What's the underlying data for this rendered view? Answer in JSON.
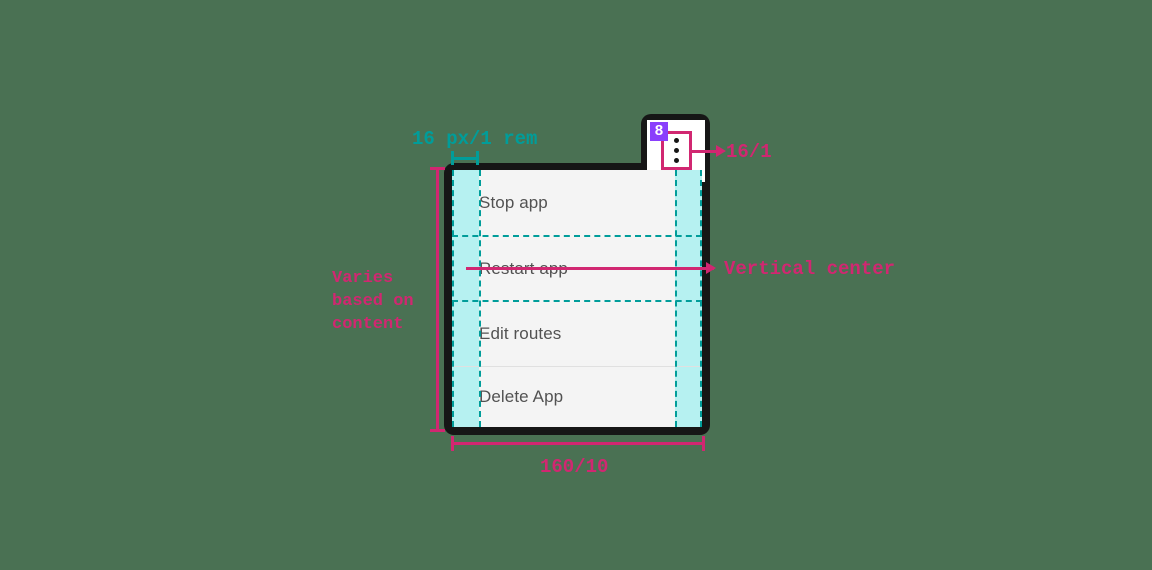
{
  "background_color": "#4a7153",
  "colors": {
    "teal": "#009d9a",
    "teal_fill": "#9ef0f0",
    "pink": "#d12771",
    "purple": "#8a3ffc",
    "frame": "#161616",
    "surface": "#f4f4f4",
    "text": "#525252"
  },
  "menu": {
    "items": [
      {
        "label": "Stop app"
      },
      {
        "label": "Restart app"
      },
      {
        "label": "Edit routes"
      },
      {
        "label": "Delete App"
      }
    ]
  },
  "trigger": {
    "badge": "8",
    "icon": "overflow-menu-vertical-icon"
  },
  "annotations": {
    "padding_top": "16 px/1 rem",
    "icon_size": "16/1",
    "vertical_center": "Vertical center",
    "width": "160/10",
    "height_note": "Varies\nbased on\ncontent"
  }
}
